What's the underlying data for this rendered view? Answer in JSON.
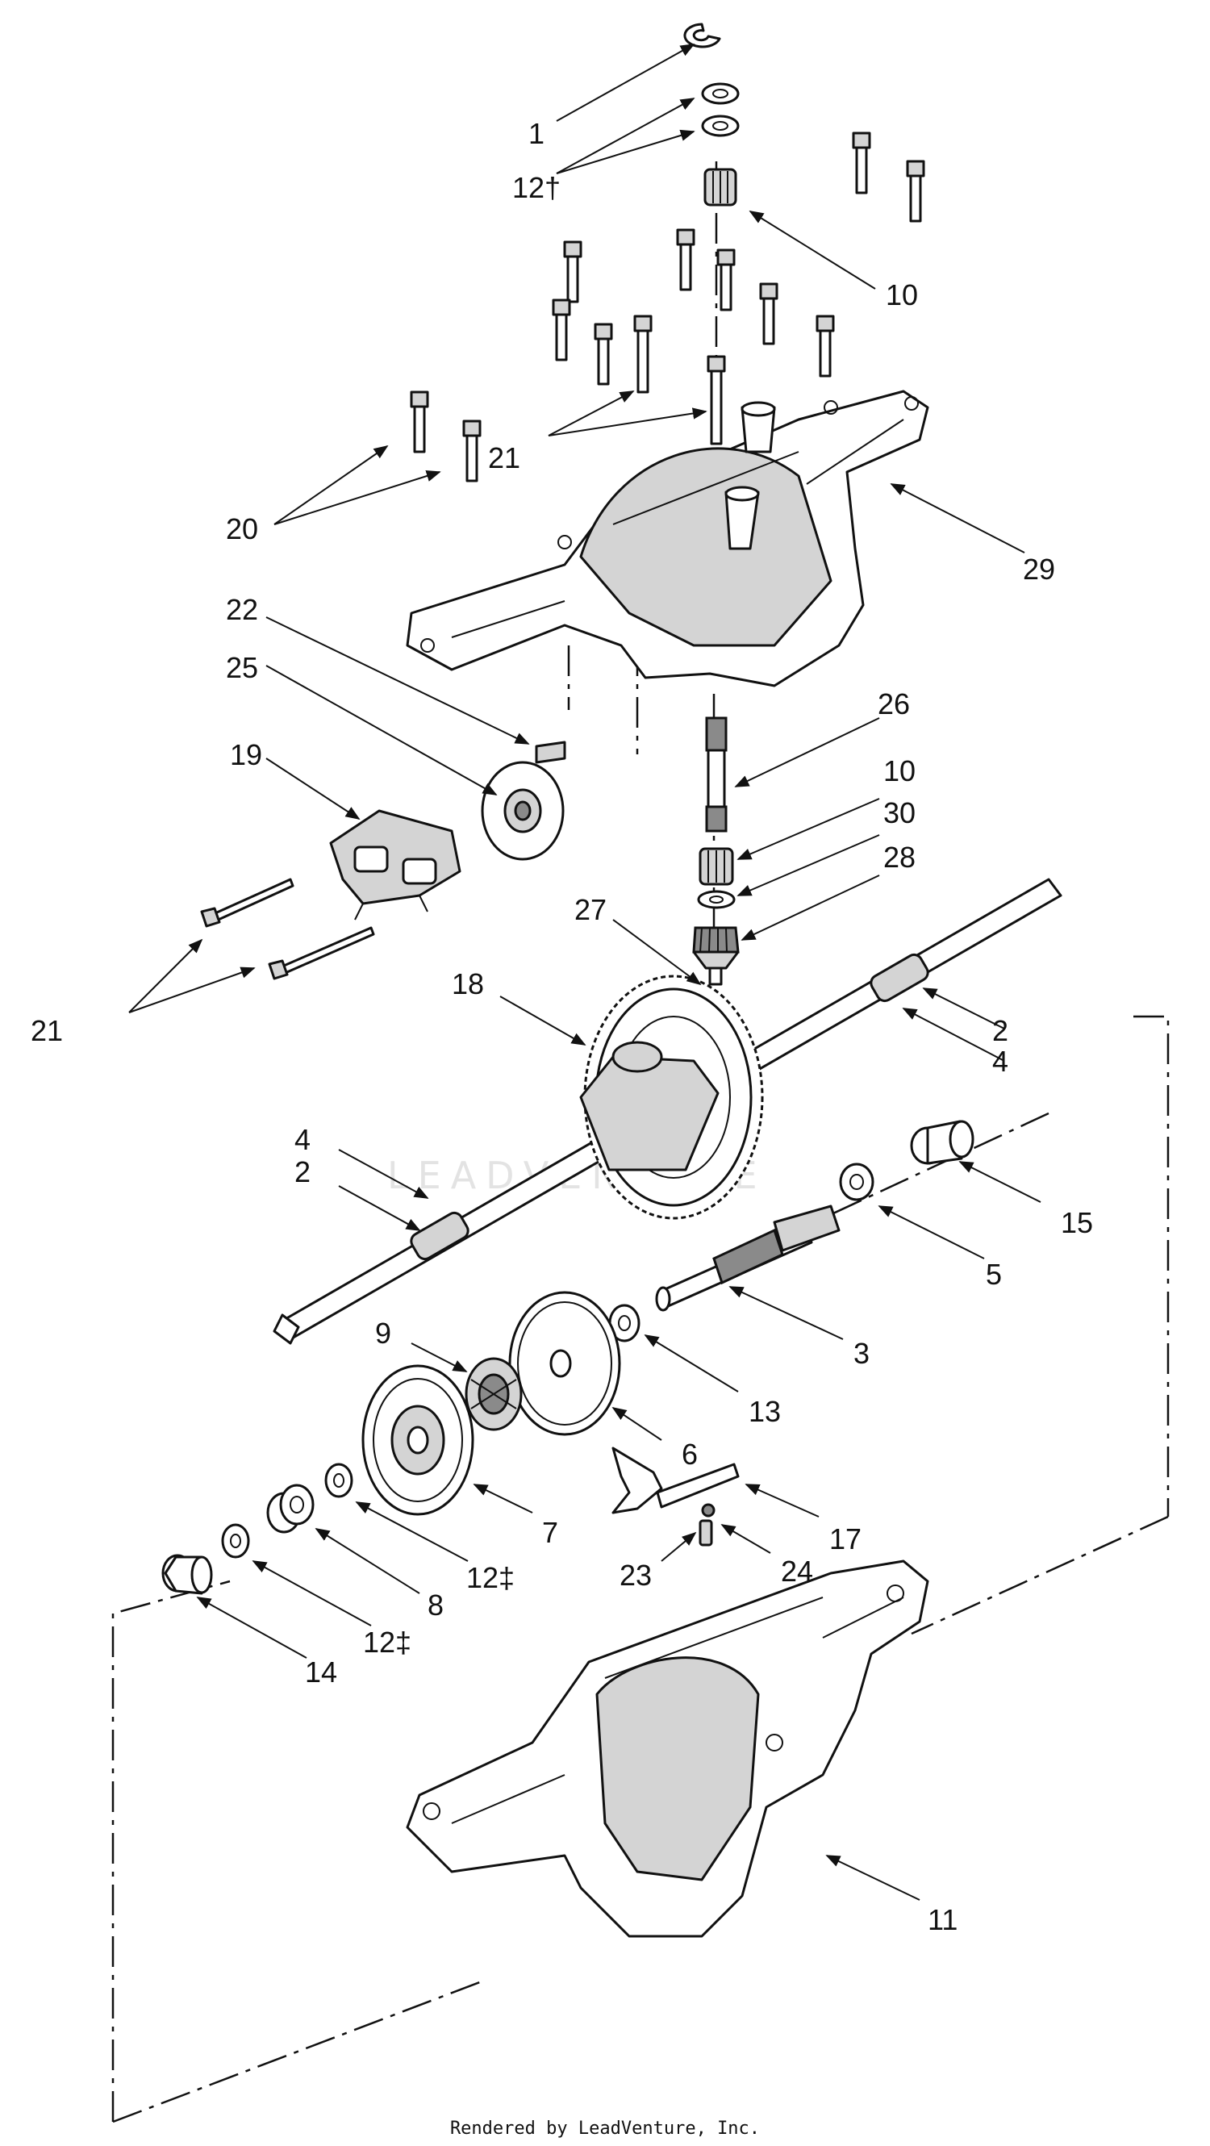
{
  "watermark": "LEADVENTURE",
  "footer": "Rendered by LeadVenture, Inc.",
  "callouts": [
    {
      "id": "c1",
      "text": "1"
    },
    {
      "id": "c12a",
      "text": "12†"
    },
    {
      "id": "c10a",
      "text": "10"
    },
    {
      "id": "c21a",
      "text": "21"
    },
    {
      "id": "c20",
      "text": "20"
    },
    {
      "id": "c29",
      "text": "29"
    },
    {
      "id": "c22",
      "text": "22"
    },
    {
      "id": "c25",
      "text": "25"
    },
    {
      "id": "c19",
      "text": "19"
    },
    {
      "id": "c26",
      "text": "26"
    },
    {
      "id": "c10b",
      "text": "10"
    },
    {
      "id": "c30",
      "text": "30"
    },
    {
      "id": "c28",
      "text": "28"
    },
    {
      "id": "c27",
      "text": "27"
    },
    {
      "id": "c21b",
      "text": "21"
    },
    {
      "id": "c18",
      "text": "18"
    },
    {
      "id": "c2a",
      "text": "2"
    },
    {
      "id": "c4a",
      "text": "4"
    },
    {
      "id": "c4b",
      "text": "4"
    },
    {
      "id": "c2b",
      "text": "2"
    },
    {
      "id": "c15",
      "text": "15"
    },
    {
      "id": "c5",
      "text": "5"
    },
    {
      "id": "c3",
      "text": "3"
    },
    {
      "id": "c9",
      "text": "9"
    },
    {
      "id": "c13",
      "text": "13"
    },
    {
      "id": "c6",
      "text": "6"
    },
    {
      "id": "c7",
      "text": "7"
    },
    {
      "id": "c17",
      "text": "17"
    },
    {
      "id": "c24",
      "text": "24"
    },
    {
      "id": "c23",
      "text": "23"
    },
    {
      "id": "c12b",
      "text": "12‡"
    },
    {
      "id": "c8",
      "text": "8"
    },
    {
      "id": "c12c",
      "text": "12‡"
    },
    {
      "id": "c14",
      "text": "14"
    },
    {
      "id": "c11",
      "text": "11"
    }
  ]
}
